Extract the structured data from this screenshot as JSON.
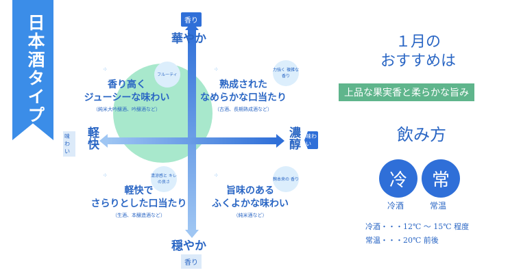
{
  "banner": "日本酒タイプ",
  "axes": {
    "top": "華やか",
    "top_tag": "香り",
    "bottom": "穏やか",
    "bottom_tag": "香り",
    "left": "軽快",
    "left_tag": "味わい",
    "right": "濃醇",
    "right_tag": "味わい"
  },
  "quadrants": [
    {
      "line1": "香り高く",
      "line2": "ジューシーな味わい",
      "note": "（純米大吟醸酒、吟醸酒など）",
      "bubble": "フルーティ"
    },
    {
      "line1": "熟成された",
      "line2": "なめらかな口当たり",
      "note": "（古酒、長期熟成酒など）",
      "bubble": "力強く 複雑な香り"
    },
    {
      "line1": "軽快で",
      "line2": "さらりとした口当たり",
      "note": "（生酒、本醸造酒など）",
      "bubble": "清涼感と キレの良さ"
    },
    {
      "line1": "旨味のある",
      "line2": "ふくよかな味わい",
      "note": "（純米酒など）",
      "bubble": "麹本来の 香り"
    }
  ],
  "recommend": {
    "line1": "１月の",
    "line2": "おすすめは",
    "highlight": "上品な果実香と柔らかな旨み"
  },
  "drink": {
    "title": "飲み方",
    "options": [
      {
        "icon": "冷",
        "label": "冷酒"
      },
      {
        "icon": "常",
        "label": "常温"
      }
    ],
    "notes": [
      "冷酒・・・12℃ 〜 15℃ 程度",
      "常温・・・20℃ 前後"
    ]
  }
}
